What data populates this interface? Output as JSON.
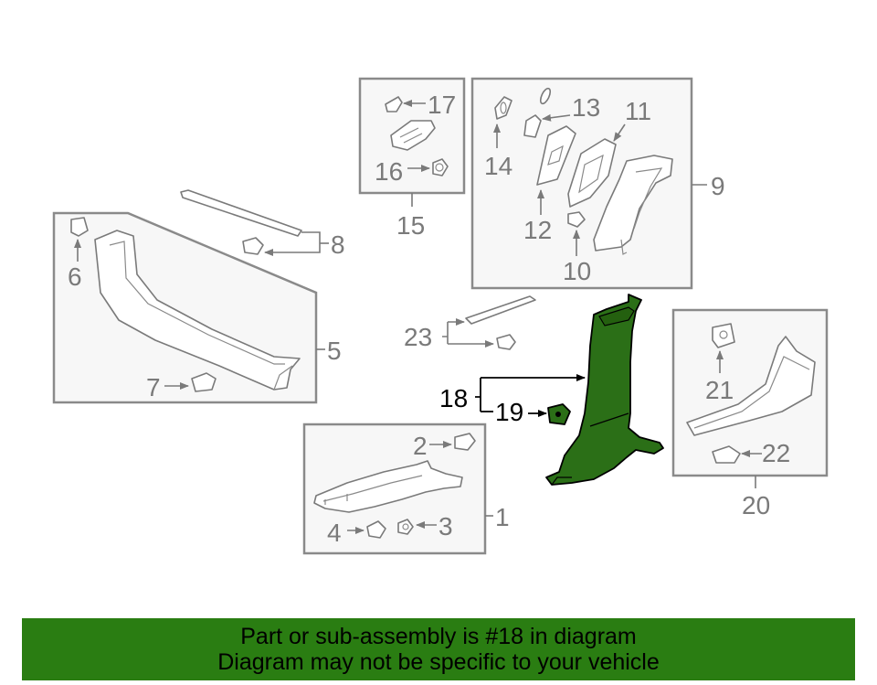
{
  "callouts": {
    "c1": "1",
    "c2": "2",
    "c3": "3",
    "c4": "4",
    "c5": "5",
    "c6": "6",
    "c7": "7",
    "c8": "8",
    "c9": "9",
    "c10": "10",
    "c11": "11",
    "c12": "12",
    "c13": "13",
    "c14": "14",
    "c15": "15",
    "c16": "16",
    "c17": "17",
    "c18": "18",
    "c19": "19",
    "c20": "20",
    "c21": "21",
    "c22": "22",
    "c23": "23"
  },
  "highlight": {
    "part": "18",
    "color": "#2b6f17"
  },
  "banner": {
    "line1": "Part or sub-assembly is #18 in diagram",
    "line2": "Diagram may not be specific to your vehicle",
    "background": "#2a7d12"
  }
}
